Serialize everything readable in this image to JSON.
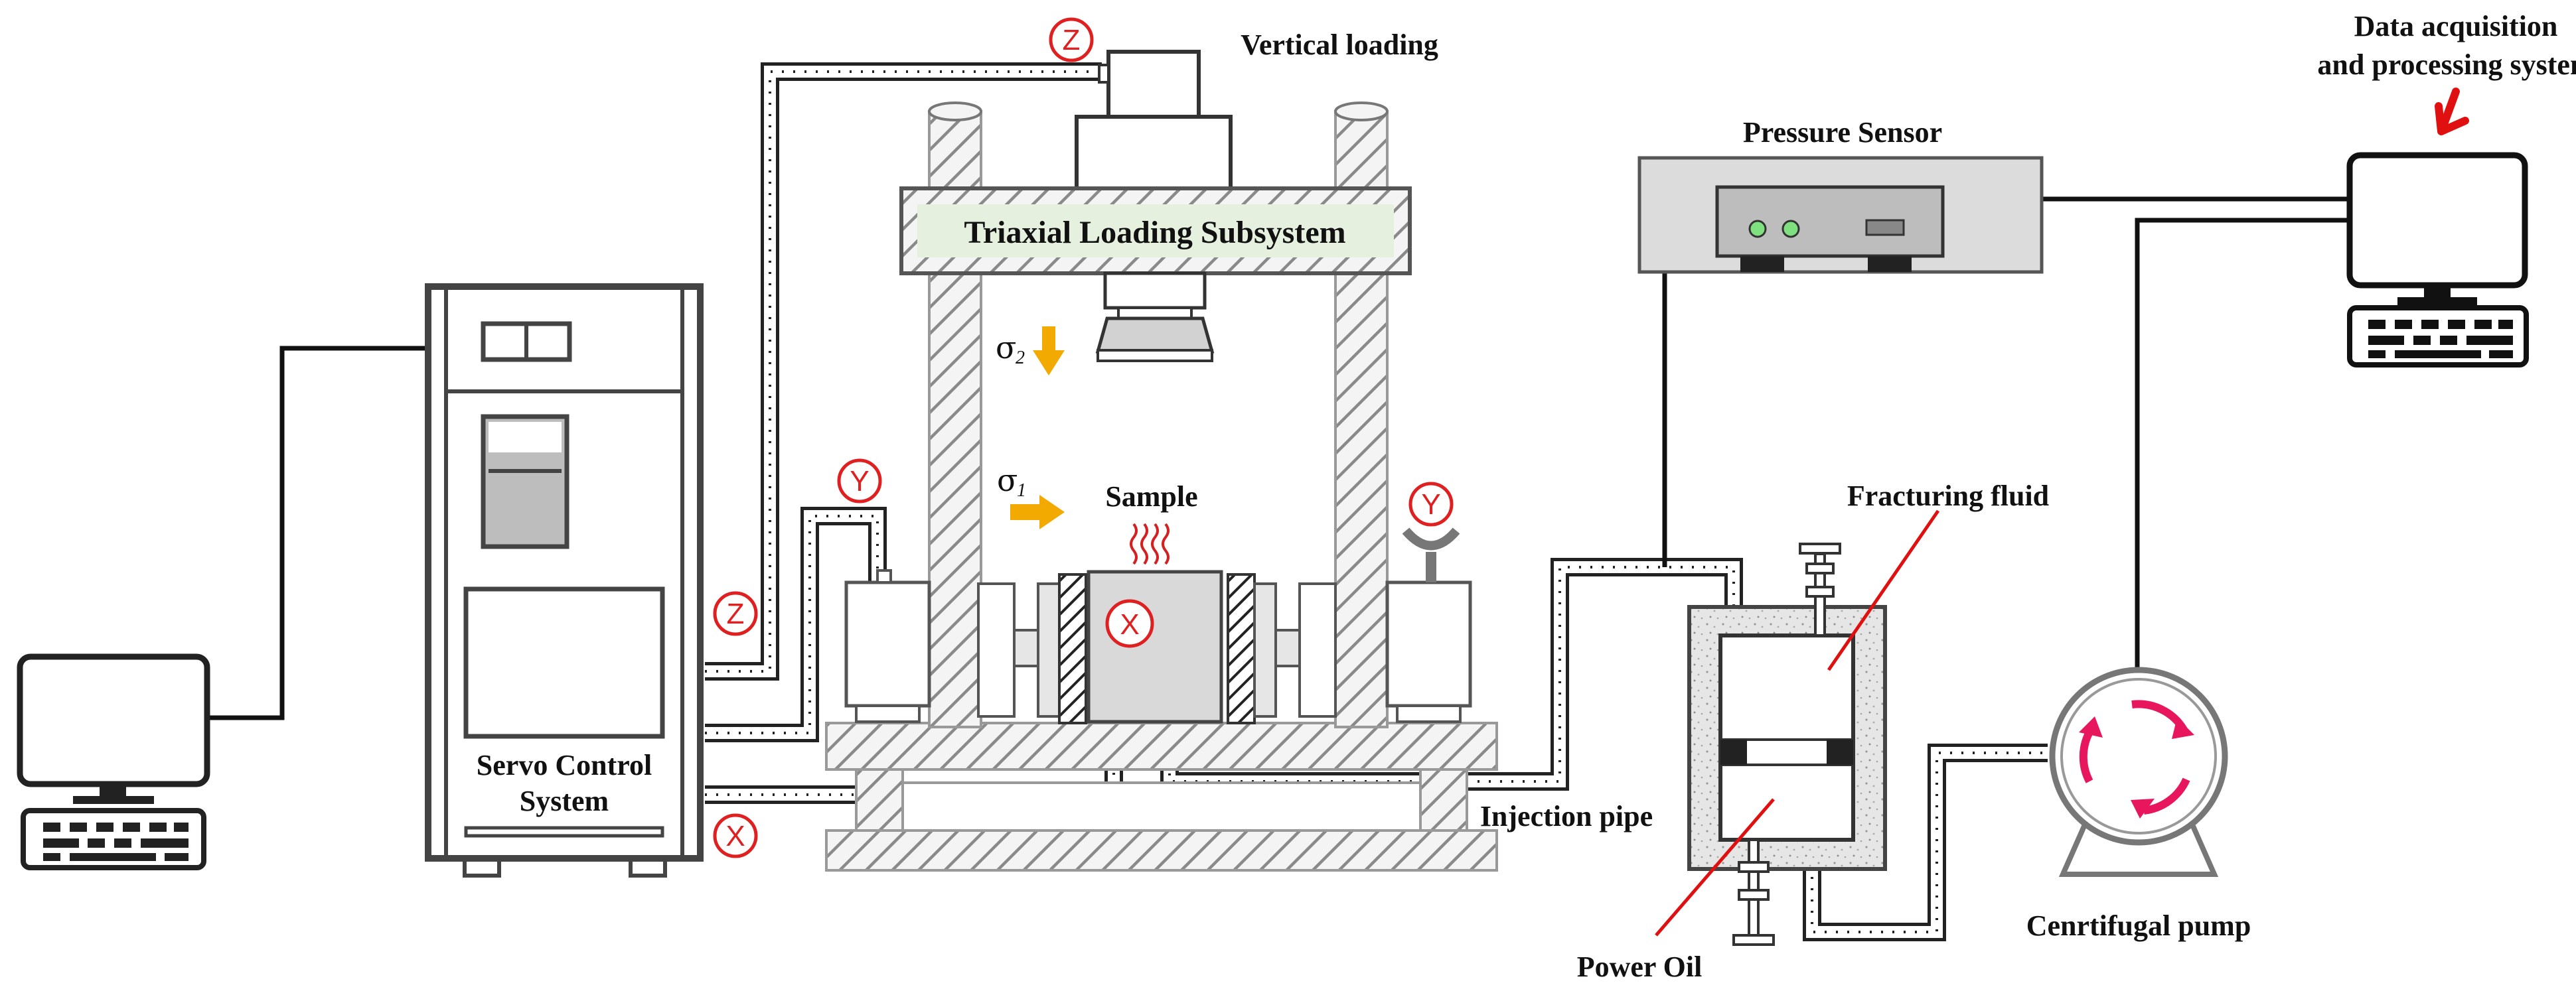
{
  "labels": {
    "vertical_loading": "Vertical loading",
    "data_acquisition_line1": "Data acquisition",
    "data_acquisition_line2": "and processing system",
    "pressure_sensor": "Pressure Sensor",
    "triaxial": "Triaxial Loading Subsystem",
    "sample": "Sample",
    "fracturing_fluid": "Fracturing fluid",
    "servo_line1": "Servo Control",
    "servo_line2": "System",
    "injection_pipe": "Injection pipe",
    "power_oil": "Power Oil",
    "pump": "Cenrtifugal pump"
  },
  "sigmas": {
    "s2_main": "σ",
    "s2_sub": "2",
    "s1_main": "σ",
    "s1_sub": "1"
  },
  "axis_tags": {
    "z": "Z",
    "y": "Y",
    "x": "X"
  },
  "colors": {
    "line": "#111111",
    "tag": "#e02020",
    "arrow": "#f2a900",
    "equipment_fill": "#dcdcdc",
    "frame_fill": "#e8e8e8",
    "crossbeam_label_fill": "#e6f0df",
    "pump_arrows": "#e8175d"
  }
}
